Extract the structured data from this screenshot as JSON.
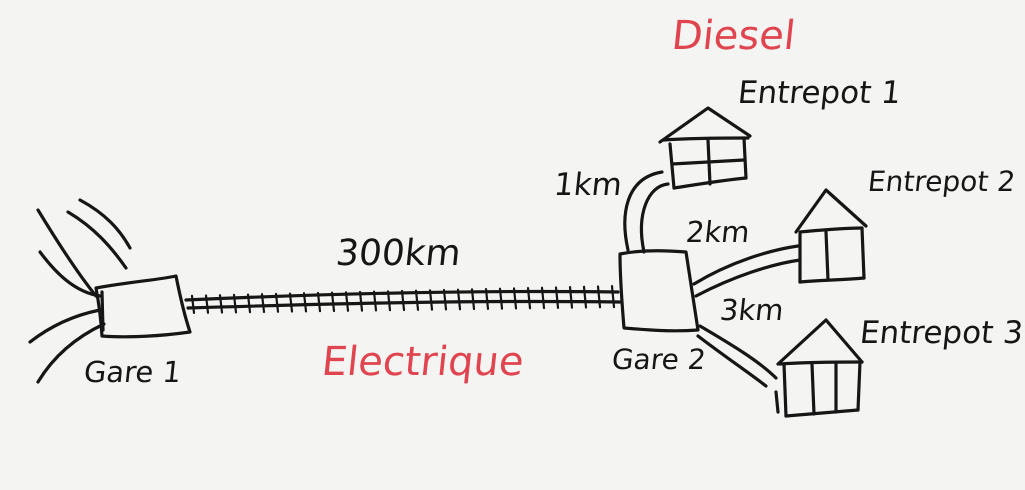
{
  "labels": {
    "gare1": "Gare 1",
    "gare2": "Gare 2",
    "distance_main": "300km",
    "mode_main": "Electrique",
    "mode_branch": "Diesel",
    "branch1_distance": "1km",
    "branch2_distance": "2km",
    "branch3_distance": "3km",
    "entrepot1": "Entrepot 1",
    "entrepot2": "Entrepot 2",
    "entrepot3": "Entrepot 3"
  },
  "colors": {
    "ink": "#161616",
    "accent": "#e0454f",
    "paper": "#f4f4f2"
  }
}
